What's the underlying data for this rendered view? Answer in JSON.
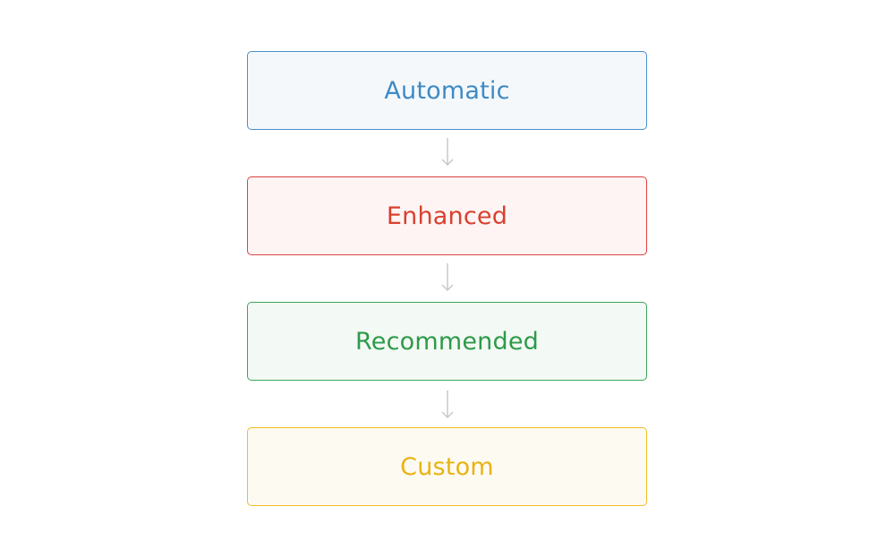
{
  "flow": {
    "steps": [
      {
        "label": "Automatic",
        "color": "#3d8ac6"
      },
      {
        "label": "Enhanced",
        "color": "#d8402f"
      },
      {
        "label": "Recommended",
        "color": "#2e9a49"
      },
      {
        "label": "Custom",
        "color": "#e9b312"
      }
    ],
    "connector_color": "#c8c8c8"
  }
}
